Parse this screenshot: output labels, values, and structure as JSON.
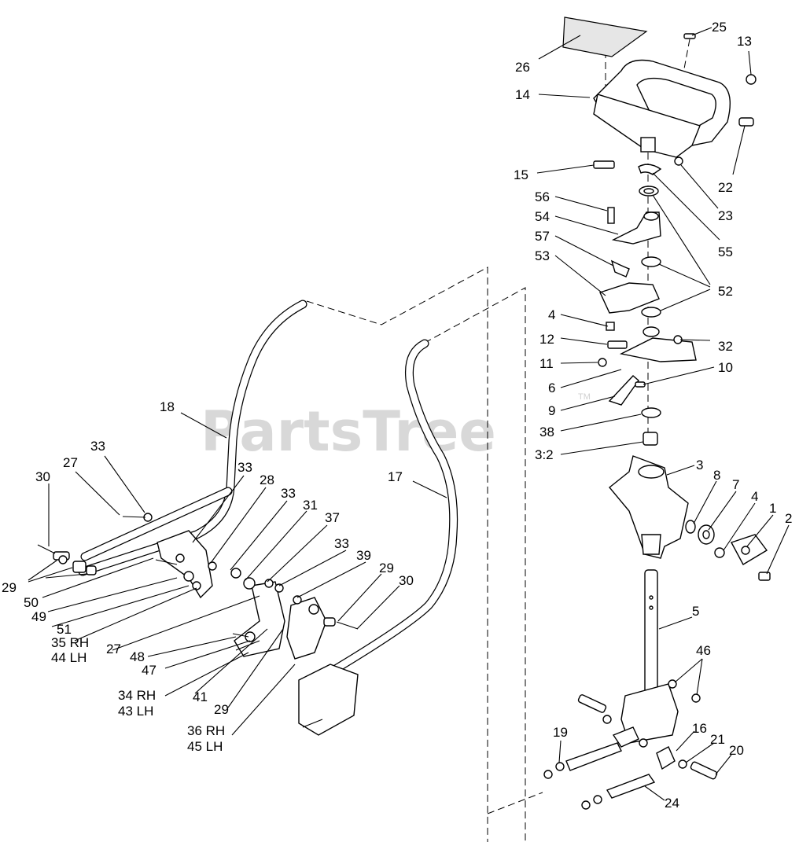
{
  "watermark": {
    "text": "PartsTree",
    "tm": "TM"
  },
  "callouts": {
    "c1": "1",
    "c2": "2",
    "c3": "3",
    "c3_2": "3:2",
    "c4a": "4",
    "c4b": "4",
    "c5": "5",
    "c6": "6",
    "c7": "7",
    "c8": "8",
    "c9": "9",
    "c10": "10",
    "c11": "11",
    "c12": "12",
    "c13": "13",
    "c14": "14",
    "c15": "15",
    "c16": "16",
    "c17": "17",
    "c18": "18",
    "c19": "19",
    "c20": "20",
    "c21": "21",
    "c22": "22",
    "c23": "23",
    "c24": "24",
    "c25": "25",
    "c26": "26",
    "c27a": "27",
    "c27b": "27",
    "c28": "28",
    "c29a": "29",
    "c29b": "29",
    "c29c": "29",
    "c30a": "30",
    "c30b": "30",
    "c31": "31",
    "c32": "32",
    "c33a": "33",
    "c33b": "33",
    "c33c": "33",
    "c33d": "33",
    "c34": "34 RH",
    "c43": "43 LH",
    "c35": "35 RH",
    "c44": "44 LH",
    "c36": "36 RH",
    "c45": "45 LH",
    "c37": "37",
    "c38": "38",
    "c39": "39",
    "c41": "41",
    "c46": "46",
    "c47": "47",
    "c48": "48",
    "c49": "49",
    "c50": "50",
    "c51": "51",
    "c52": "52",
    "c53": "53",
    "c54": "54",
    "c55": "55",
    "c56": "56",
    "c57": "57"
  }
}
